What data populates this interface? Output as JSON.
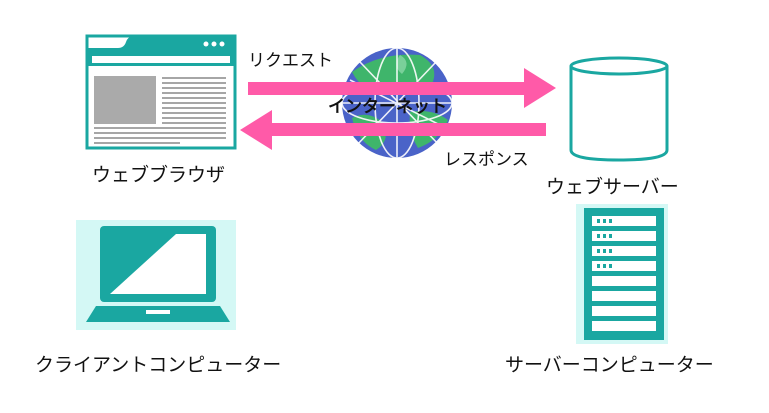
{
  "labels": {
    "request": "リクエスト",
    "response": "レスポンス",
    "internet": "インターネット",
    "web_browser": "ウェブブラウザ",
    "web_server": "ウェブサーバー",
    "client_computer": "クライアントコンピューター",
    "server_computer": "サーバーコンピューター"
  },
  "colors": {
    "arrow": "#ff5aa8",
    "teal": "#1aa7a1",
    "teal_light": "#b9f2ef",
    "globe_blue": "#4a63c8",
    "globe_green": "#3fb56b"
  },
  "icons": {
    "browser": "browser-window-icon",
    "server_db": "database-cylinder-icon",
    "globe": "globe-network-icon",
    "laptop": "laptop-icon",
    "rack": "server-rack-icon"
  }
}
